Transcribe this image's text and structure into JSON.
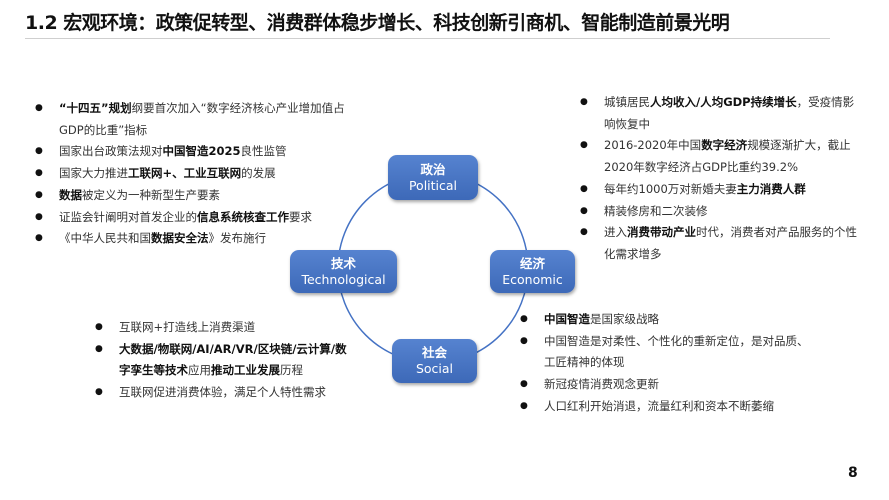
{
  "title": "1.2 宏观环境：政策促转型、消费群体稳步增长、科技创新引商机、智能制造前景光明",
  "page_number": "8",
  "colors": {
    "box_blue": "#4472c4",
    "ring": "#4472c4"
  },
  "boxes": {
    "political": {
      "cn": "政治",
      "en": "Political"
    },
    "technological": {
      "cn": "技术",
      "en": "Technological"
    },
    "economic": {
      "cn": "经济",
      "en": "Economic"
    },
    "social": {
      "cn": "社会",
      "en": "Social"
    }
  },
  "lists": {
    "pol": [
      [
        {
          "t": "“十四五”规划",
          "b": true
        },
        {
          "t": "纲要首次加入“数字经济核心产业增加值占GDP的比重”指标",
          "b": false
        }
      ],
      [
        {
          "t": "国家出台政策法规对",
          "b": false
        },
        {
          "t": "中国智造2025",
          "b": true
        },
        {
          "t": "良性监管",
          "b": false
        }
      ],
      [
        {
          "t": "国家大力推进",
          "b": false
        },
        {
          "t": "工联网+、工业互联网",
          "b": true
        },
        {
          "t": "的发展",
          "b": false
        }
      ],
      [
        {
          "t": "数据",
          "b": true
        },
        {
          "t": "被定义为一种新型生产要素",
          "b": false
        }
      ],
      [
        {
          "t": "证监会针阐明对首发企业的",
          "b": false
        },
        {
          "t": "信息系统核查工作",
          "b": true
        },
        {
          "t": "要求",
          "b": false
        }
      ],
      [
        {
          "t": "《中华人民共和国",
          "b": false
        },
        {
          "t": "数据安全法",
          "b": true
        },
        {
          "t": "》发布施行",
          "b": false
        }
      ]
    ],
    "eco": [
      [
        {
          "t": "城镇居民",
          "b": false
        },
        {
          "t": "人均收入/人均GDP持续增长",
          "b": true
        },
        {
          "t": "，受疫情影响恢复中",
          "b": false
        }
      ],
      [
        {
          "t": "2016-2020年中国",
          "b": false
        },
        {
          "t": "数字经济",
          "b": true
        },
        {
          "t": "规模逐渐扩大，截止2020年数字经济占GDP比重约39.2%",
          "b": false
        }
      ],
      [
        {
          "t": "每年约1000万对新婚夫妻",
          "b": false
        },
        {
          "t": "主力消费人群",
          "b": true
        }
      ],
      [
        {
          "t": "精装修房和二次装修",
          "b": false
        }
      ],
      [
        {
          "t": "进入",
          "b": false
        },
        {
          "t": "消费带动产业",
          "b": true
        },
        {
          "t": "时代，消费者对产品服务的个性化需求增多",
          "b": false
        }
      ]
    ],
    "tech": [
      [
        {
          "t": "互联网+打造线上消费渠道",
          "b": false
        }
      ],
      [
        {
          "t": "大数据/物联网/AI/AR/VR/区块链/云计算/数字孪生等技术",
          "b": true
        },
        {
          "t": "应用",
          "b": false
        },
        {
          "t": "推动工业发展",
          "b": true
        },
        {
          "t": "历程",
          "b": false
        }
      ],
      [
        {
          "t": "互联网促进消费体验，满足个人特性需求",
          "b": false
        }
      ]
    ],
    "soc": [
      [
        {
          "t": "中国智造",
          "b": true
        },
        {
          "t": "是国家级战略",
          "b": false
        }
      ],
      [
        {
          "t": "中国智造是对柔性、个性化的重新定位，是对品质、工匠精神的体现",
          "b": false
        }
      ],
      [
        {
          "t": "新冠疫情消费观念更新",
          "b": false
        }
      ],
      [
        {
          "t": "人口红利开始消退，流量红利和资本不断萎缩",
          "b": false
        }
      ]
    ]
  }
}
